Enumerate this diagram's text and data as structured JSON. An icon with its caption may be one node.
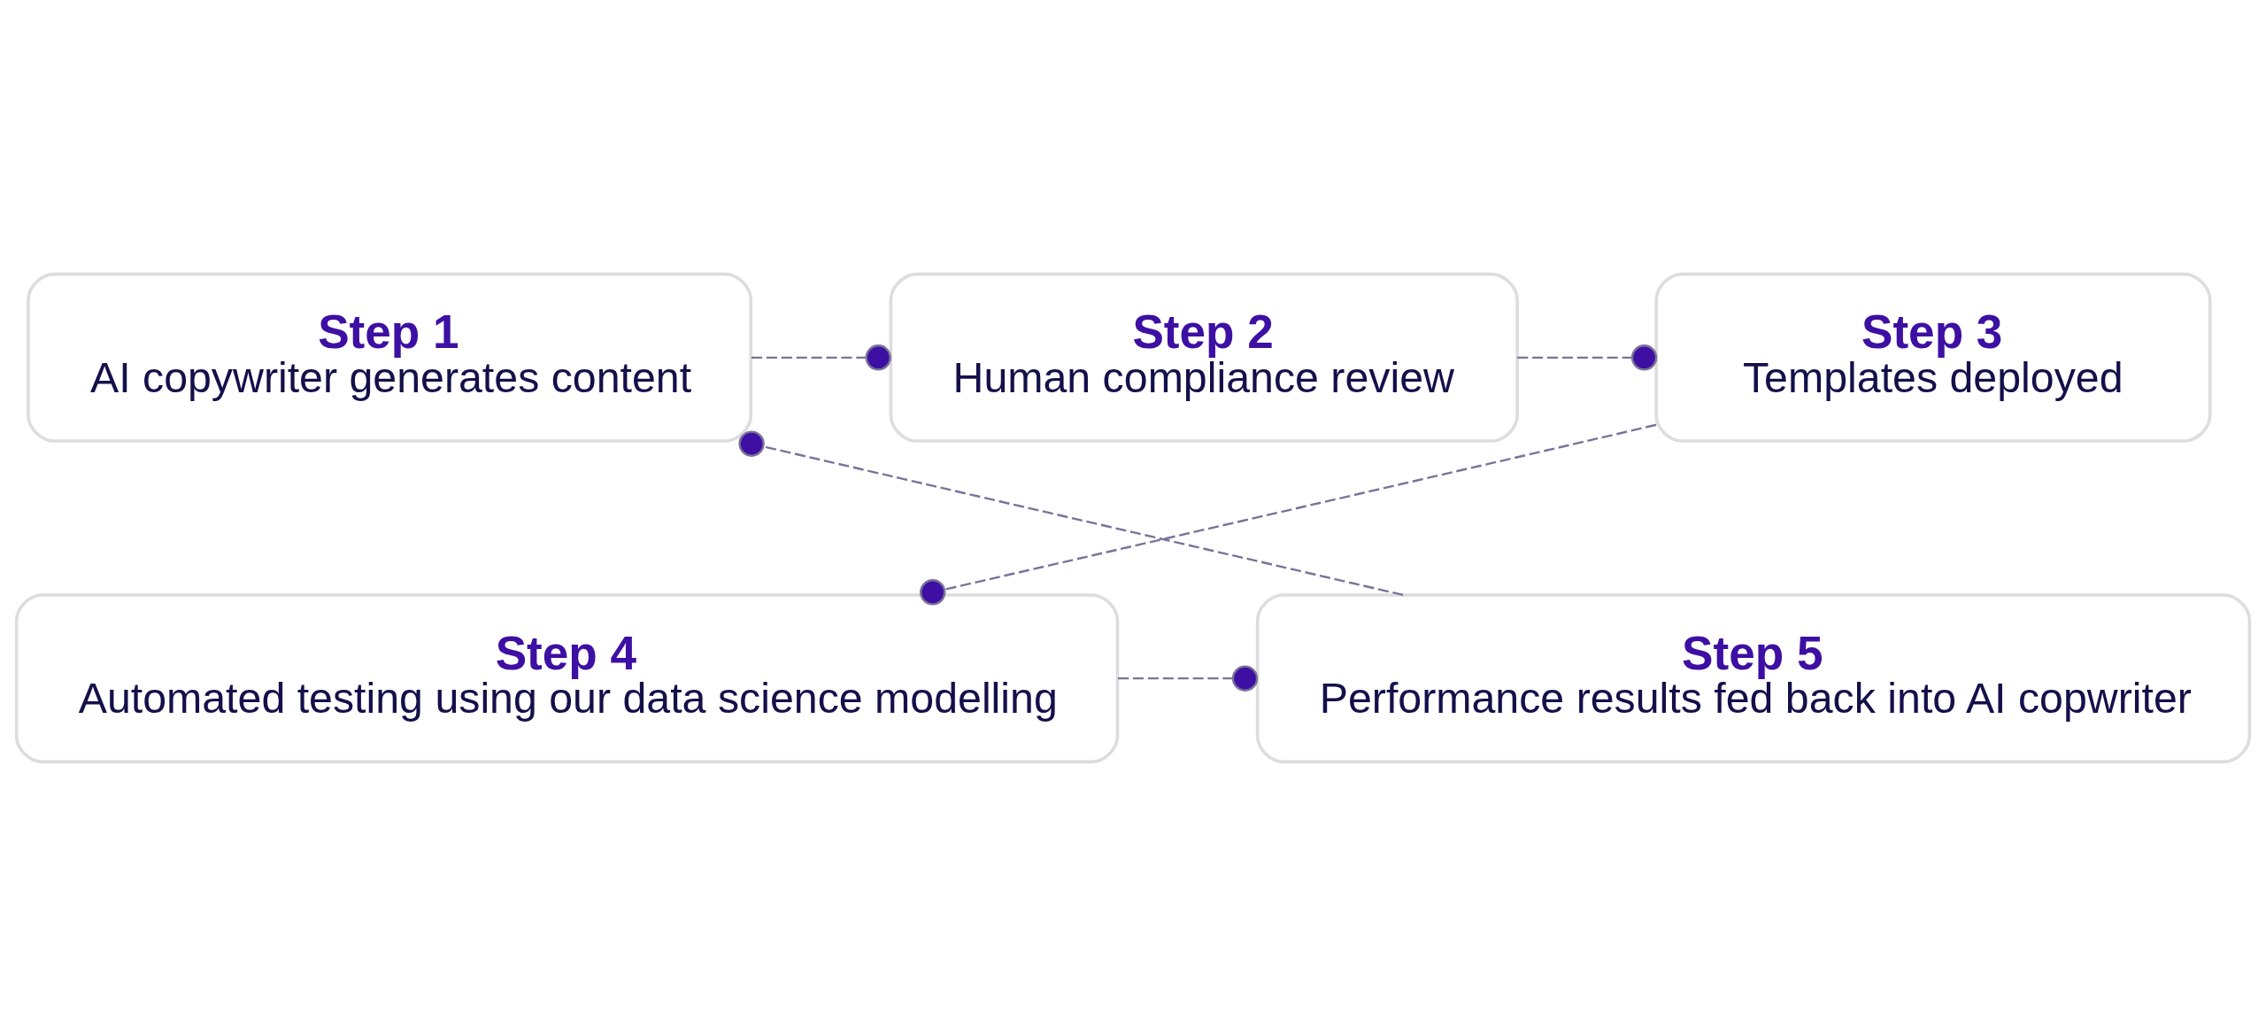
{
  "diagram": {
    "nodes": [
      {
        "text": [
          "Step 1",
          "AI copywriter generates content"
        ]
      },
      {
        "text": [
          "Step 2",
          "Human compliance review"
        ]
      },
      {
        "text": [
          "Step 3",
          "Templates deployed"
        ]
      },
      {
        "text": [
          "Step 4",
          "Automated testing using our data science modelling"
        ]
      },
      {
        "text": [
          "Step 5",
          "Performance results fed back into AI copwriter"
        ]
      }
    ],
    "edges": [
      {
        "from": 0,
        "to": 1,
        "arrow": "other",
        "style": "dashed"
      },
      {
        "from": 1,
        "to": 2,
        "arrow": "other",
        "style": "dashed"
      },
      {
        "from": 2,
        "to": 3,
        "arrow": "other",
        "style": "dashed"
      },
      {
        "from": 3,
        "to": 4,
        "arrow": "other",
        "style": "dashed"
      },
      {
        "from": 4,
        "to": 0,
        "arrow": "other",
        "style": "dashed"
      }
    ]
  }
}
